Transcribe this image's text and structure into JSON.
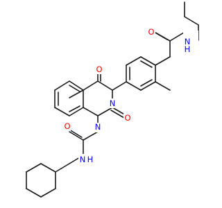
{
  "molecule": {
    "atoms": [
      {
        "id": "O1",
        "symbol": "O"
      },
      {
        "id": "N3",
        "symbol": "N"
      },
      {
        "id": "O2",
        "symbol": "O"
      },
      {
        "id": "N1",
        "symbol": "N"
      },
      {
        "id": "O_amide_top",
        "symbol": "O"
      },
      {
        "id": "NH_top",
        "symbol": "N",
        "label": "H"
      },
      {
        "id": "O_amide_bottom",
        "symbol": "O"
      },
      {
        "id": "NH_bottom",
        "symbol": "N",
        "label": "H"
      }
    ]
  },
  "colors": {
    "oxygen": "#ff0000",
    "nitrogen": "#0000ff",
    "bond": "#1a1a1a",
    "background": "#ffffff"
  }
}
